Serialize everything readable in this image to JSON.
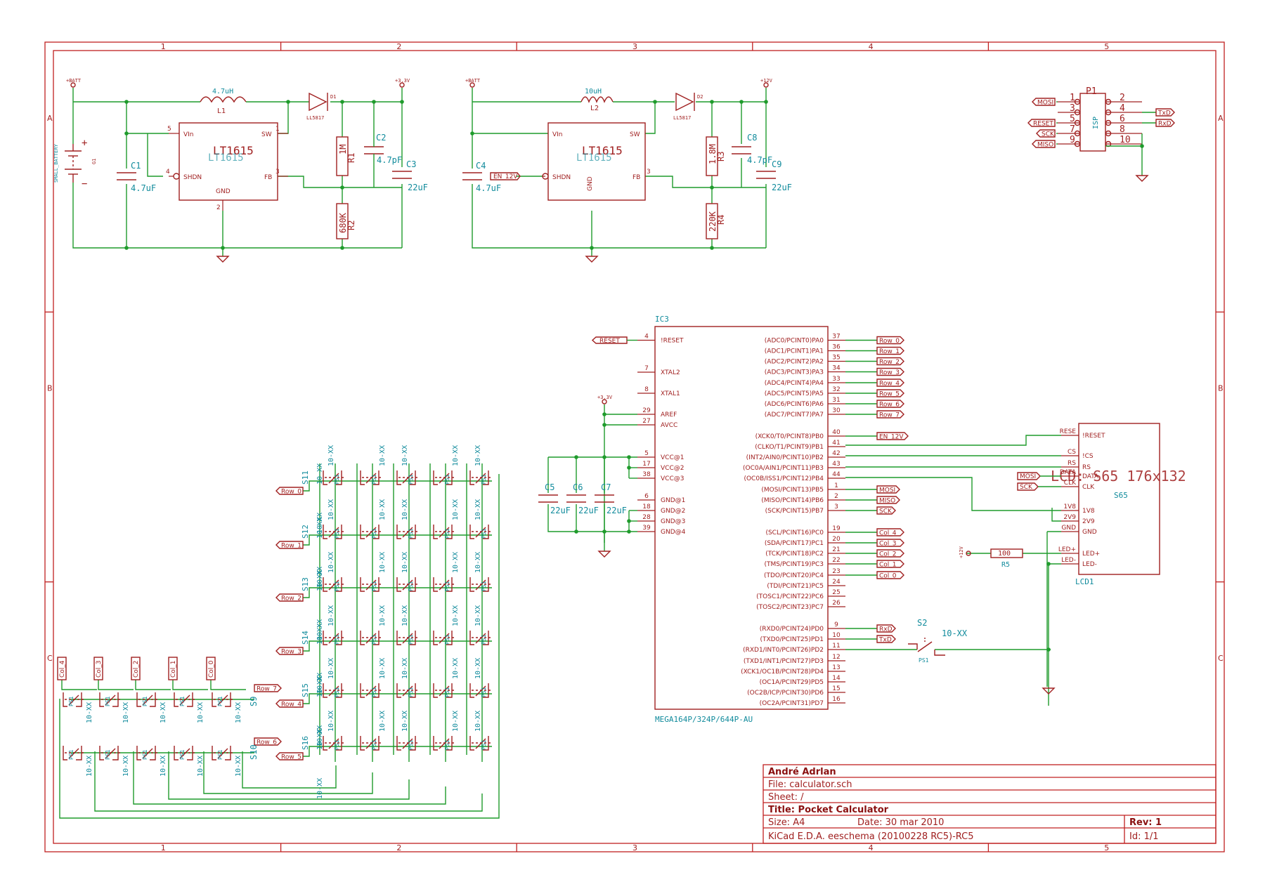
{
  "title_block": {
    "author": "André Adrlan",
    "file": "File: calculator.sch",
    "sheet": "Sheet: /",
    "title": "Title: Pocket Calculator",
    "size": "Size: A4",
    "date": "Date: 30 mar 2010",
    "rev": "Rev: 1",
    "tool": "KiCad E.D.A.  eeschema (20100228 RC5)-RC5",
    "id": "Id: 1/1"
  },
  "frame": {
    "cols": [
      "1",
      "2",
      "3",
      "4",
      "5"
    ],
    "rows": [
      "A",
      "B",
      "C"
    ]
  },
  "psu1": {
    "batt": "+BATT",
    "out": "+3.3V",
    "l_ref": "L1",
    "l_val": "4.7uH",
    "d_ref": "D1",
    "d_val": "LL5817",
    "ic_name": "LT1615",
    "ic_ghost": "LT1615",
    "c1_ref": "C1",
    "c1_val": "4.7uF",
    "c2_ref": "C2",
    "c2_val": "4.7pF",
    "c3_ref": "C3",
    "c3_val": "22uF",
    "r1_ref": "R1",
    "r1_val": "1M",
    "r2_ref": "R2",
    "r2_val": "680K",
    "g1_ref": "G1",
    "g1_val": "SMALL_BATTERY",
    "pins": {
      "vin": "VIn",
      "sw": "SW",
      "shdn": "SHDN",
      "fb": "FB",
      "gnd": "GND",
      "p5": "5",
      "p1": "1",
      "p4": "4",
      "p3": "3",
      "p2": "2"
    }
  },
  "psu2": {
    "batt": "+BATT",
    "out": "+12V",
    "l_ref": "L2",
    "l_val": "10uH",
    "d_ref": "D2",
    "d_val": "LL5817",
    "ic_name": "LT1615",
    "ic_ghost": "LT1615",
    "c4_ref": "C4",
    "c4_val": "4.7uF",
    "c8_ref": "C8",
    "c8_val": "4.7pF",
    "c9_ref": "C9",
    "c9_val": "22uF",
    "r3_ref": "R3",
    "r3_val": "1.8M",
    "r4_ref": "R4",
    "r4_val": "220K",
    "en_label": "EN_12V"
  },
  "isp": {
    "ref": "P1",
    "name": "ISP",
    "left_pins": [
      "1",
      "3",
      "5",
      "7",
      "9"
    ],
    "right_pins": [
      "2",
      "4",
      "6",
      "8",
      "10"
    ],
    "labels": {
      "mosi": "MOSI",
      "reset": "RESET",
      "sck": "SCK",
      "miso": "MISO",
      "txd": "TxD",
      "rxd": "RxD"
    }
  },
  "mcu": {
    "ref": "IC3",
    "name": "MEGA164P/324P/644P-AU",
    "supply": "+3.3V",
    "left": [
      {
        "num": "4",
        "name": "!RESET"
      },
      {
        "num": "7",
        "name": "XTAL2"
      },
      {
        "num": "8",
        "name": "XTAL1"
      },
      {
        "num": "29",
        "name": "AREF"
      },
      {
        "num": "27",
        "name": "AVCC"
      },
      {
        "num": "5",
        "name": "VCC@1"
      },
      {
        "num": "17",
        "name": "VCC@2"
      },
      {
        "num": "38",
        "name": "VCC@3"
      },
      {
        "num": "6",
        "name": "GND@1"
      },
      {
        "num": "18",
        "name": "GND@2"
      },
      {
        "num": "28",
        "name": "GND@3"
      },
      {
        "num": "39",
        "name": "GND@4"
      }
    ],
    "right": [
      {
        "num": "37",
        "name": "(ADC0/PCINT0)PA0",
        "label": "Row_0"
      },
      {
        "num": "36",
        "name": "(ADC1/PCINT1)PA1",
        "label": "Row_1"
      },
      {
        "num": "35",
        "name": "(ADC2/PCINT2)PA2",
        "label": "Row_2"
      },
      {
        "num": "34",
        "name": "(ADC3/PCINT3)PA3",
        "label": "Row_3"
      },
      {
        "num": "33",
        "name": "(ADC4/PCINT4)PA4",
        "label": "Row_4"
      },
      {
        "num": "32",
        "name": "(ADC5/PCINT5)PA5",
        "label": "Row_5"
      },
      {
        "num": "31",
        "name": "(ADC6/PCINT6)PA6",
        "label": "Row_6"
      },
      {
        "num": "30",
        "name": "(ADC7/PCINT7)PA7",
        "label": "Row_7"
      },
      {
        "num": "40",
        "name": "(XCK0/T0/PCINT8)PB0",
        "label": "EN_12V"
      },
      {
        "num": "41",
        "name": "(CLKO/T1/PCINT9)PB1",
        "label": ""
      },
      {
        "num": "42",
        "name": "(INT2/AIN0/PCINT10)PB2",
        "label": ""
      },
      {
        "num": "43",
        "name": "(OC0A/AIN1/PCINT11)PB3",
        "label": ""
      },
      {
        "num": "44",
        "name": "(OC0B/ISS1/PCINT12)PB4",
        "label": ""
      },
      {
        "num": "1",
        "name": "(MOSI/PCINT13)PB5",
        "label": "MOSI"
      },
      {
        "num": "2",
        "name": "(MISO/PCINT14)PB6",
        "label": "MISO"
      },
      {
        "num": "3",
        "name": "(SCK/PCINT15)PB7",
        "label": "SCK"
      },
      {
        "num": "19",
        "name": "(SCL/PCINT16)PC0",
        "label": "Col_4"
      },
      {
        "num": "20",
        "name": "(SDA/PCINT17)PC1",
        "label": "Col_3"
      },
      {
        "num": "21",
        "name": "(TCK/PCINT18)PC2",
        "label": "Col_2"
      },
      {
        "num": "22",
        "name": "(TMS/PCINT19)PC3",
        "label": "Col_1"
      },
      {
        "num": "23",
        "name": "(TDO/PCINT20)PC4",
        "label": "Col_0"
      },
      {
        "num": "24",
        "name": "(TDI/PCINT21)PC5",
        "label": ""
      },
      {
        "num": "25",
        "name": "(TOSC1/PCINT22)PC6",
        "label": ""
      },
      {
        "num": "26",
        "name": "(TOSC2/PCINT23)PC7",
        "label": ""
      },
      {
        "num": "9",
        "name": "(RXD0/PCINT24)PD0",
        "label": "RxD"
      },
      {
        "num": "10",
        "name": "(TXD0/PCINT25)PD1",
        "label": "TxD"
      },
      {
        "num": "11",
        "name": "(RXD1/INT0/PCINT26)PD2",
        "label": ""
      },
      {
        "num": "12",
        "name": "(TXD1/INT1/PCINT27)PD3",
        "label": ""
      },
      {
        "num": "13",
        "name": "(XCK1/OC1B/PCINT28)PD4",
        "label": ""
      },
      {
        "num": "14",
        "name": "(OC1A/PCINT29)PD5",
        "label": ""
      },
      {
        "num": "15",
        "name": "(OC2B/ICP/PCINT30)PD6",
        "label": ""
      },
      {
        "num": "16",
        "name": "(OC2A/PCINT31)PD7",
        "label": ""
      }
    ],
    "reset_label": "RESET",
    "caps": [
      {
        "ref": "C5",
        "val": "22uF"
      },
      {
        "ref": "C6",
        "val": "22uF"
      },
      {
        "ref": "C7",
        "val": "22uF"
      }
    ]
  },
  "lcd": {
    "ref": "LCD1",
    "name": "S65",
    "big_label": "LCD: S65 176x132",
    "pins_left": [
      "RESE",
      "CS",
      "RS",
      "DATA",
      "CLK",
      "1V8",
      "2V9",
      "GND",
      "LED+",
      "LED-"
    ],
    "pins_inner": [
      "!RESET",
      "!CS",
      "RS",
      "DATA",
      "CLK",
      "1V8",
      "2V9",
      "GND",
      "LED+",
      "LED-"
    ],
    "mosi": "MOSI",
    "sck": "SCK",
    "r5_ref": "R5",
    "r5_val": "100",
    "supply": "+12V"
  },
  "s2": {
    "ref": "S2",
    "val": "10-XX",
    "foot": "PS1"
  },
  "keypad": {
    "switch_value": "10-XX",
    "row_labels": [
      "Row_0",
      "Row_1",
      "Row_2",
      "Row_3",
      "Row_4",
      "Row_5"
    ],
    "row_refs": [
      "S11",
      "S12",
      "S13",
      "S14",
      "S15",
      "S16"
    ],
    "col_labels": [
      "Col_4",
      "Col_3",
      "Col_2",
      "Col_1",
      "Col_0"
    ],
    "bottom_row_labels": [
      "Row_7",
      "Row_6"
    ],
    "bottom_refs": [
      "S9",
      "S10"
    ],
    "ps_text": "PS1"
  }
}
